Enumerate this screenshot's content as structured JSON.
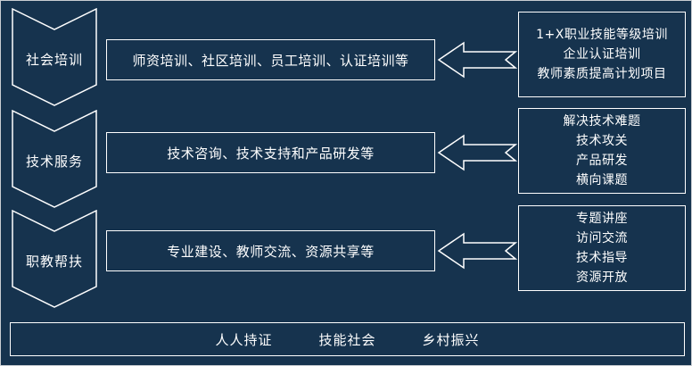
{
  "colors": {
    "background": "#16334e",
    "line": "#ffffff",
    "text": "#ffffff"
  },
  "rows": [
    {
      "label": "社会培训",
      "middle": "师资培训、社区培训、员工培训、认证培训等",
      "right_lines": [
        "1+X职业技能等级培训",
        "企业认证培训",
        "教师素质提高计划项目"
      ]
    },
    {
      "label": "技术服务",
      "middle": "技术咨询、技术支持和产品研发等",
      "right_lines": [
        "解决技术难题",
        "技术攻关",
        "产品研发",
        "横向课题"
      ]
    },
    {
      "label": "职教帮扶",
      "middle": "专业建设、教师交流、资源共享等",
      "right_lines": [
        "专题讲座",
        "访问交流",
        "技术指导",
        "资源开放"
      ]
    }
  ],
  "footer": {
    "items": [
      "人人持证",
      "技能社会",
      "乡村振兴"
    ]
  }
}
